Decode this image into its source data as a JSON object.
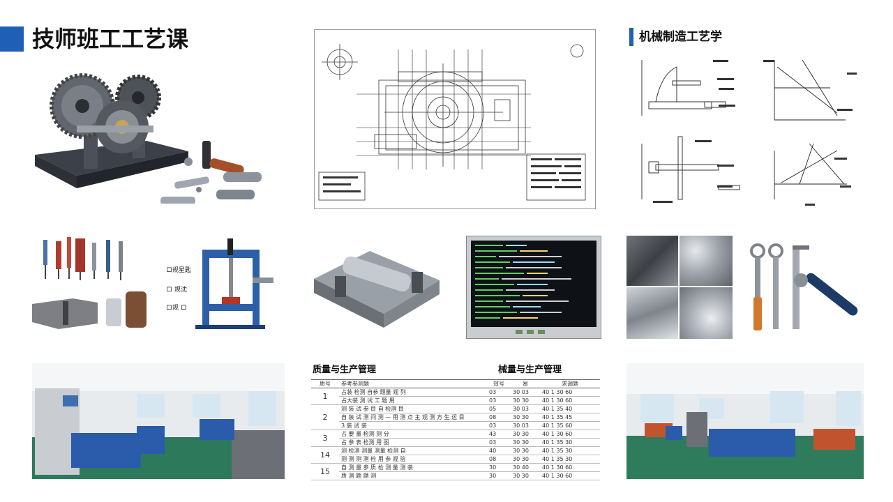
{
  "header": {
    "title": "技师班工工艺课",
    "accent_color": "#1f5fb5"
  },
  "right_section": {
    "title": "机械制造工艺学"
  },
  "press_labels": [
    "ロ规星匙",
    "ロ 规沈",
    "ロ规 ロ"
  ],
  "quality": {
    "title_left": "质量与生产管理",
    "title_right": "械量与生产管理",
    "columns": [
      "质号",
      "参考参测题",
      "效号",
      "易",
      "求调题"
    ],
    "rows": [
      {
        "no": "1",
        "items": [
          "占装 检测 自参 题量 观 列",
          "占大装 测 试 工 题 用"
        ],
        "code": [
          "03",
          "03"
        ],
        "v1": [
          "30 03",
          "30 30"
        ],
        "v2": [
          "40 1 30 60",
          "40 1 30 60"
        ]
      },
      {
        "no": "2",
        "items": [
          "测 装 试 参 目 自 检测 目",
          "自 装 试 测 问 测 — 用 测 点 主 观 测 方 生 运 目",
          "3 装 试 装"
        ],
        "code": [
          "05",
          "08",
          "03"
        ],
        "v1": [
          "30 03",
          "30 30",
          "30 03"
        ],
        "v2": [
          "40 1 35 40",
          "40 1 35 45",
          "40 1 35 60"
        ]
      },
      {
        "no": "3",
        "items": [
          "占 要 量 检测 测 分",
          "占 参 表 检测 用 图"
        ],
        "code": [
          "43",
          "03"
        ],
        "v1": [
          "30 30",
          "30 30"
        ],
        "v2": [
          "40 1 30 60",
          "40 1 35 30"
        ]
      },
      {
        "no": "14",
        "items": [
          "测 检测 测量 测量 检测 自",
          "测 测 测 测 检 用 参 观 验"
        ],
        "code": [
          "40",
          "08"
        ],
        "v1": [
          "30 30",
          "30 30"
        ],
        "v2": [
          "40 1 35 30",
          "40 1 35 30"
        ]
      },
      {
        "no": "15",
        "items": [
          "自 测 量 参 质 检 测 量 测 装",
          "质 测 题 题 测"
        ],
        "code": [
          "30",
          "30"
        ],
        "v1": [
          "30 40",
          "30 30"
        ],
        "v2": [
          "40 1 30 60",
          "40 1 30 60"
        ]
      }
    ]
  }
}
